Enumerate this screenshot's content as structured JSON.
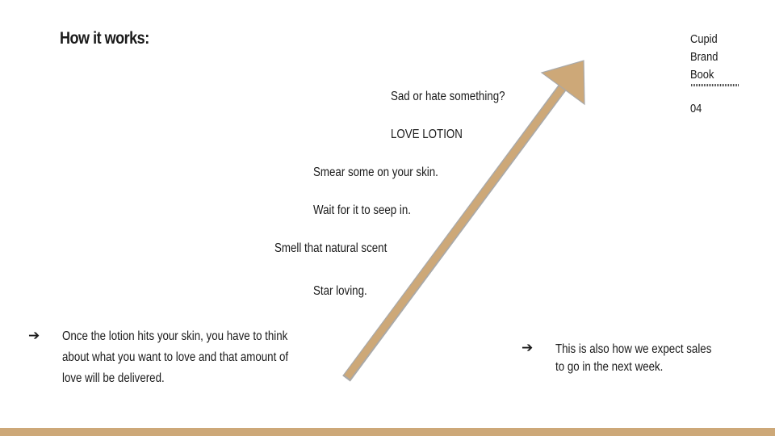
{
  "slide": {
    "title": "How it works:",
    "brand": {
      "line1": "Cupid",
      "line2": "Brand",
      "line3": "Book",
      "page_number": "04"
    },
    "steps": [
      "Sad or hate something?",
      "LOVE LOTION",
      "Smear some on your skin.",
      "Wait for it to seep in.",
      "Smell that natural scent",
      "Star loving."
    ],
    "bullets": {
      "left": {
        "icon": "arrow-right-icon",
        "glyph": "➔",
        "text": "Once the lotion hits your skin, you have to think about what you want to love and that amount of love will be delivered."
      },
      "right": {
        "icon": "arrow-right-icon",
        "glyph": "➔",
        "text": "This is also how we expect sales to go in the next week."
      }
    },
    "colors": {
      "accent": "#cda878",
      "arrow_fill": "#cda878",
      "arrow_edge": "#a9a9a9",
      "text": "#1a1a1a"
    }
  }
}
